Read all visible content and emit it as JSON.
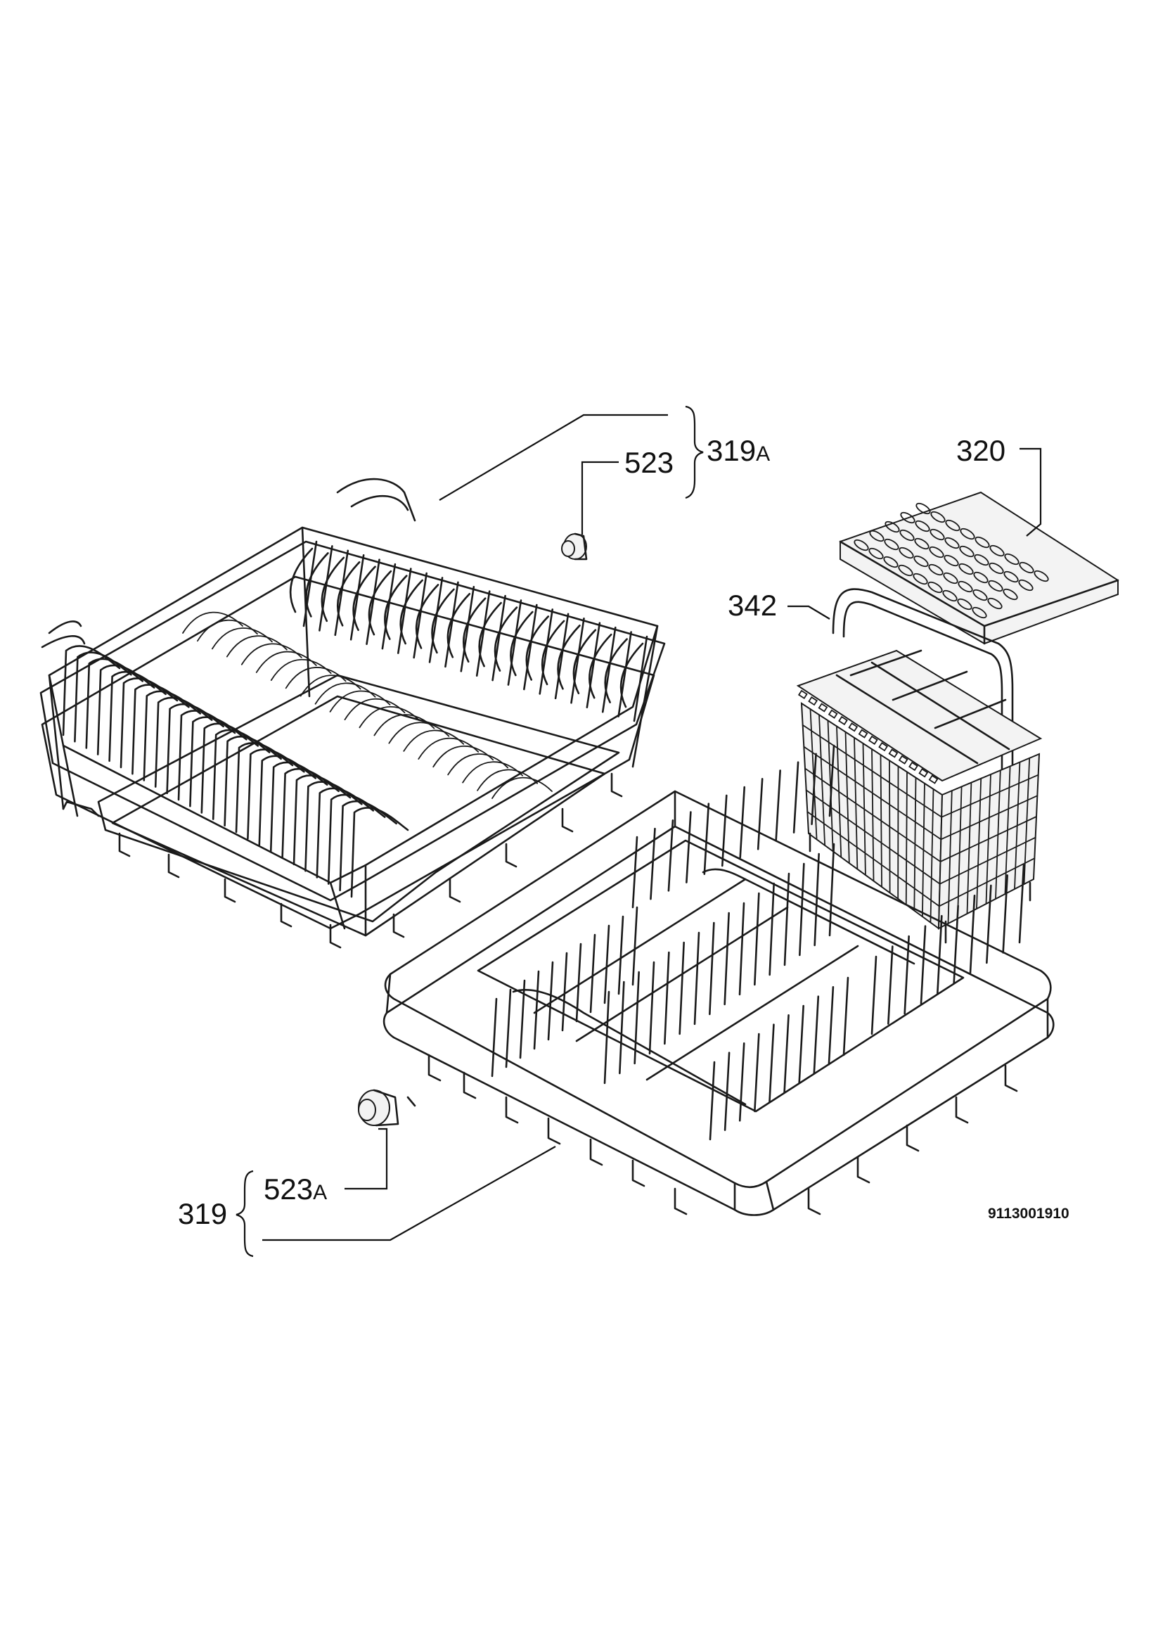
{
  "labels": {
    "upper_rack_group": {
      "number": "319",
      "suffix": "A"
    },
    "upper_wheel": "523",
    "cutlery_basket_cover": "320",
    "cutlery_basket": "342",
    "lower_rack_group": "319",
    "lower_wheel": {
      "number": "523",
      "suffix": "A"
    }
  },
  "drawing_code": "9113001910",
  "colors": {
    "ink": "#111111",
    "background": "#ffffff"
  }
}
